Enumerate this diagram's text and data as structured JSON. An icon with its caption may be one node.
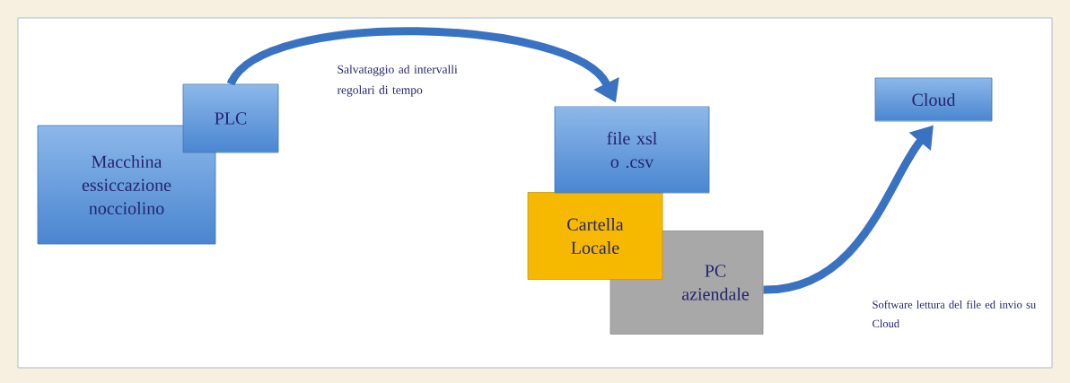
{
  "diagram": {
    "nodes": [
      {
        "text": [
          "Macchina essiccazione nocciolino"
        ]
      },
      {
        "text": [
          "PLC"
        ]
      },
      {
        "text": [
          "file xsl o .csv"
        ]
      },
      {
        "text": [
          "Cartella Locale"
        ]
      },
      {
        "text": [
          "PC aziendale"
        ]
      },
      {
        "text": [
          "Cloud"
        ]
      }
    ],
    "edges": [
      {
        "from": 1,
        "to": 2,
        "arrow": "to",
        "label": "Salvataggio ad intervalli regolari di tempo"
      },
      {
        "from": 4,
        "to": 5,
        "arrow": "to",
        "label": "Software lettura del file ed invio su Cloud"
      }
    ]
  }
}
